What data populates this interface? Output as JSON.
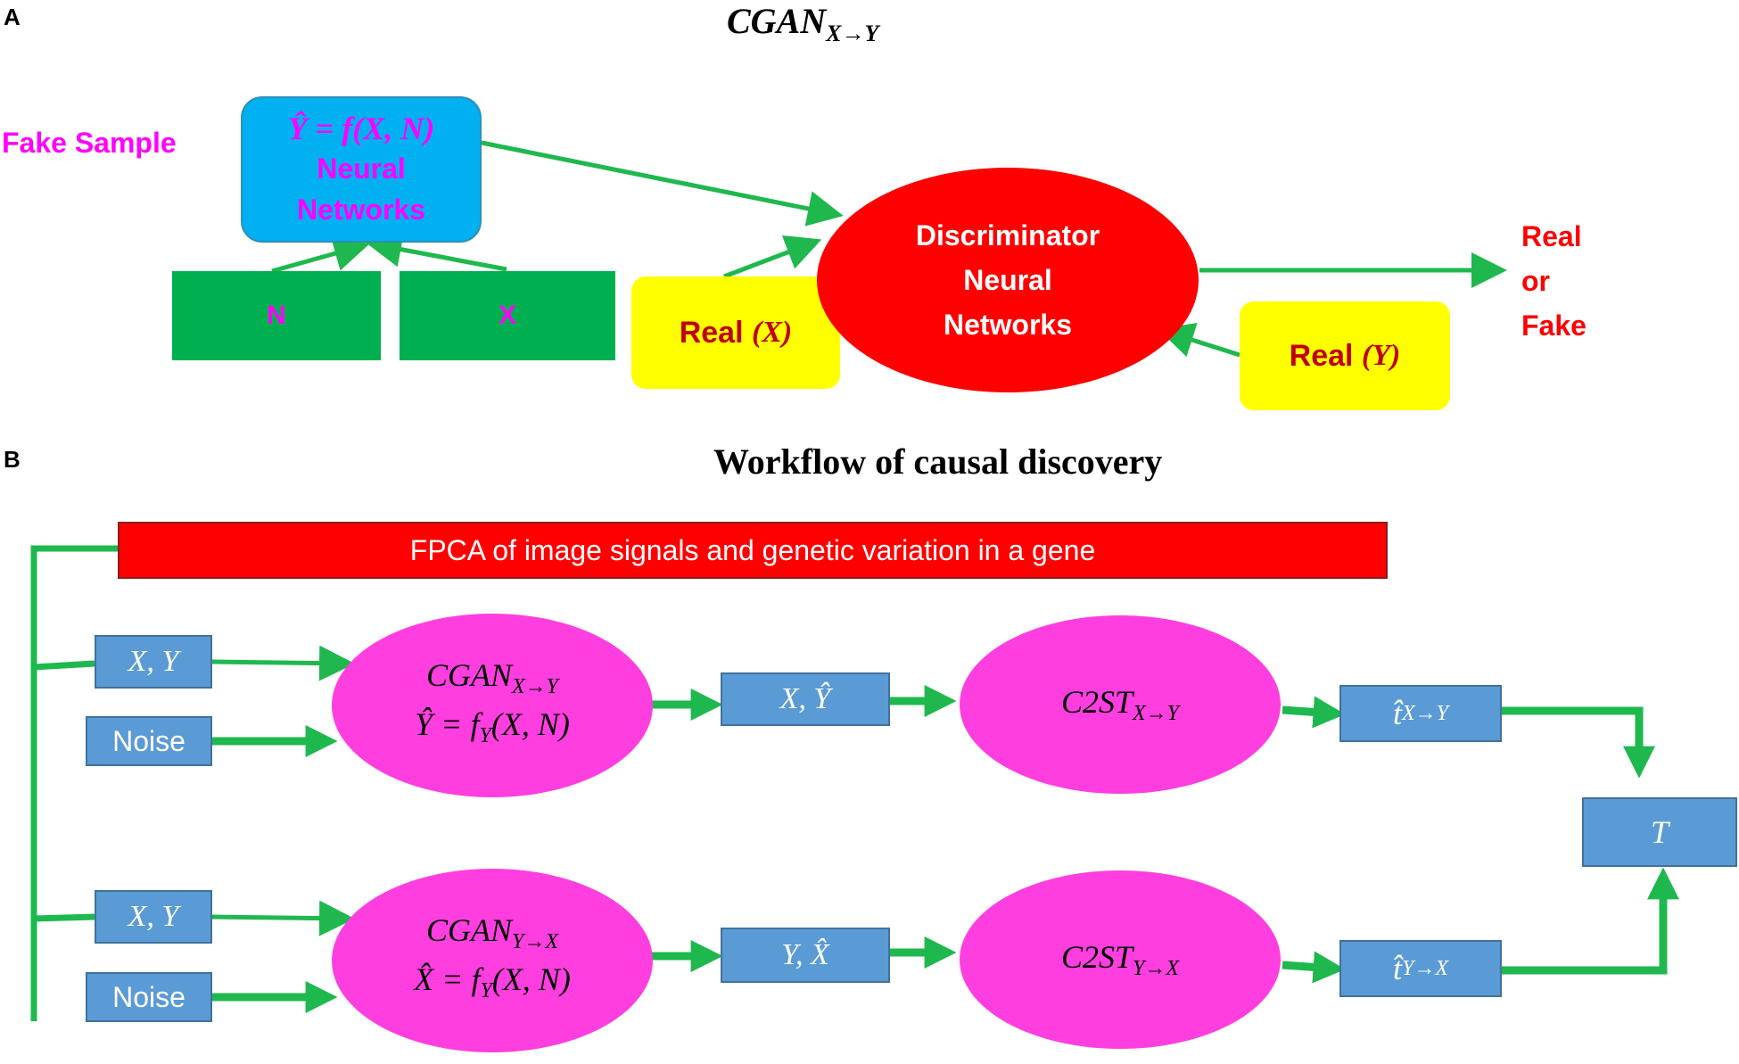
{
  "panel_a": {
    "letter": "A",
    "title_main": "CGAN",
    "title_sub": "X→Y",
    "fake_sample_label": "Fake Sample",
    "generator": {
      "formula_lhs": "Ŷ",
      "formula_eq": " = ",
      "formula_rhs": "f(X, N)",
      "line1": "Neural",
      "line2": "Networks"
    },
    "input_n": "N",
    "input_x": "X",
    "real_x": {
      "prefix": "Real ",
      "var": "(X)"
    },
    "real_y": {
      "prefix": "Real ",
      "var": "(Y)"
    },
    "discriminator": {
      "line1": "Discriminator",
      "line2": "Neural",
      "line3": "Networks"
    },
    "output": {
      "line1": "Real",
      "line2": "or",
      "line3": "Fake"
    }
  },
  "panel_b": {
    "letter": "B",
    "title": "Workflow of causal discovery",
    "header_bar": "FPCA of image signals and genetic variation in a gene",
    "top_row": {
      "xy_label": "X, Y",
      "noise_label": "Noise",
      "cgan_main": "CGAN",
      "cgan_sub": "X→Y",
      "cgan_formula": "Ŷ = f",
      "cgan_formula_sub": "Y",
      "cgan_formula_tail": "(X, N)",
      "sample_label": "X, Ŷ",
      "c2st_main": "C2ST",
      "c2st_sub": "X→Y",
      "stat_main": "t̂",
      "stat_sub": "X→Y"
    },
    "bottom_row": {
      "xy_label": "X, Y",
      "noise_label": "Noise",
      "cgan_main": "CGAN",
      "cgan_sub": "Y→X",
      "cgan_formula": "X̂ = f",
      "cgan_formula_sub": "Y",
      "cgan_formula_tail": "(X, N)",
      "sample_label": "Y, X̂",
      "c2st_main": "C2ST",
      "c2st_sub": "Y→X",
      "stat_main": "t̂",
      "stat_sub": "Y→X"
    },
    "final_label": "T"
  },
  "colors": {
    "green": "#00b050",
    "arrow_green": "#1fb84e",
    "cyan": "#00b0f0",
    "magenta": "#ff00ff",
    "magenta_fill": "#ff3ee0",
    "red": "#ff0000",
    "yellow": "#ffff00",
    "dark_red": "#c00000",
    "blue_box": "#5b9bd5"
  }
}
